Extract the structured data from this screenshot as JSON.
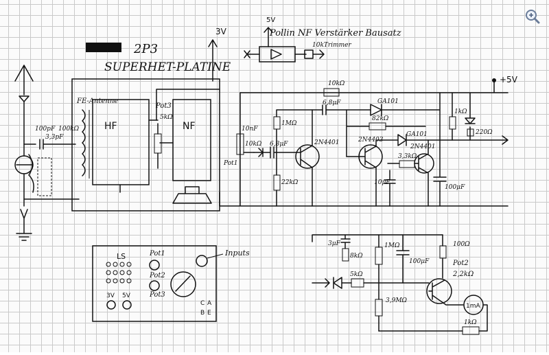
{
  "title": {
    "model": "2P3",
    "board": "SUPERHET-PLATINE",
    "kit": "Pollin NF Verstärker Bausatz"
  },
  "blocks": {
    "hf": "HF",
    "nf": "NF",
    "fe_antenne": "FE-Antenne",
    "pot3": "Pot3",
    "pot3_value": "5kΩ"
  },
  "rails": {
    "v3": "3V",
    "v5_top": "5V",
    "v5_right": "+5V"
  },
  "labels": {
    "c_100pf": "100pF",
    "r_100k_left": "100kΩ",
    "c_33pf": "3,3pF",
    "trimmer": "10kTrimmer",
    "r_10k_top": "10kΩ",
    "c_68uf_top": "6,8μF",
    "diode_ga101_top": "GA101",
    "r_82k": "82kΩ",
    "diode_ga101_mid": "GA101",
    "r_1k": "1kΩ",
    "r_220": "220Ω",
    "c_10nf": "10nF",
    "r_10k_pot1": "10kΩ",
    "c_68uf_mid": "6,8μF",
    "r_1m": "1MΩ",
    "t_2n4401": "2N4401",
    "t_2n4403": "2N4403",
    "t_2n4401b": "2N4401",
    "r_33k": "3,3kΩ",
    "r_22k": "22kΩ",
    "c_10uf": "10μF",
    "c_100uf": "100μF",
    "pot1": "Pot1",
    "ls": "LS",
    "pot1_panel": "Pot1",
    "pot2_panel": "Pot2",
    "pot3_panel": "Pot3",
    "inputs": "Inputs",
    "sw_3v": "3V",
    "sw_5v": "5V",
    "sw_a": "A",
    "sw_b": "B",
    "sw_c": "C",
    "sw_e": "E",
    "c_3uf": "3μF",
    "r_8k": "8kΩ",
    "r_1m_low": "1MΩ",
    "c_100uf_low": "100μF",
    "r_100": "100Ω",
    "r_5k": "5kΩ",
    "pot2": "Pot2",
    "pot2_value": "2,2kΩ",
    "r_39m": "3,9MΩ",
    "meter": "1mA",
    "r_1k_low": "1kΩ"
  },
  "icons": {
    "zoom": "zoom-in-icon"
  }
}
